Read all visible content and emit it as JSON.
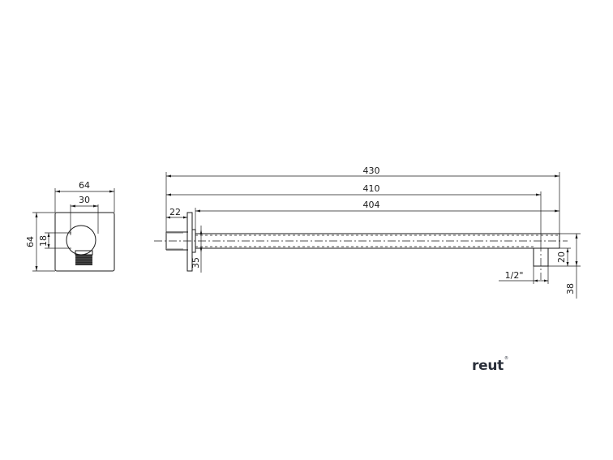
{
  "drawing": {
    "side_view": {
      "dimensions": {
        "width": "64",
        "inner_width": "30",
        "height": "64",
        "inner_height": "18"
      }
    },
    "front_view": {
      "dimensions": {
        "overall_length": "430",
        "length_to_outlet": "410",
        "arm_length": "404",
        "thread_length": "22",
        "flange_offset": "35",
        "outlet_height": "20",
        "total_drop": "38",
        "thread_size": "1/2\""
      }
    }
  },
  "brand": {
    "name": "reut",
    "mark": "®"
  },
  "colors": {
    "line": "#1a1a1a",
    "brand_text": "#2a2f3a"
  }
}
